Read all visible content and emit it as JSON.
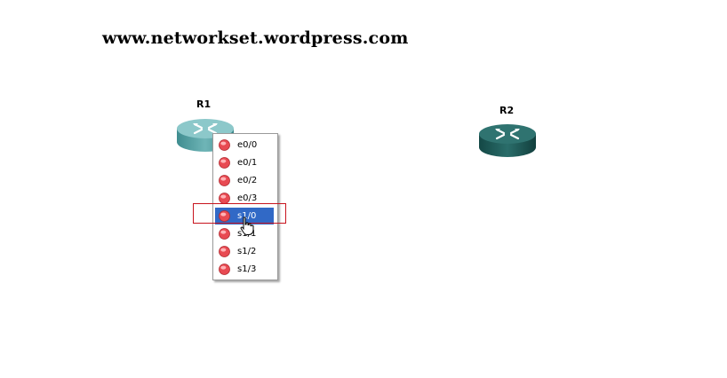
{
  "watermark": "www.networkset.wordpress.com",
  "routers": [
    {
      "label": "R1",
      "color": "#5fa5a8"
    },
    {
      "label": "R2",
      "color": "#1e5c5a"
    }
  ],
  "context_menu": {
    "items": [
      {
        "label": "e0/0",
        "selected": false
      },
      {
        "label": "e0/1",
        "selected": false
      },
      {
        "label": "e0/2",
        "selected": false
      },
      {
        "label": "e0/3",
        "selected": false
      },
      {
        "label": "s1/0",
        "selected": true
      },
      {
        "label": "s1/1",
        "selected": false
      },
      {
        "label": "s1/2",
        "selected": false
      },
      {
        "label": "s1/3",
        "selected": false
      }
    ],
    "selection_color": "#3169c6",
    "highlight_border_color": "#c8141e"
  }
}
